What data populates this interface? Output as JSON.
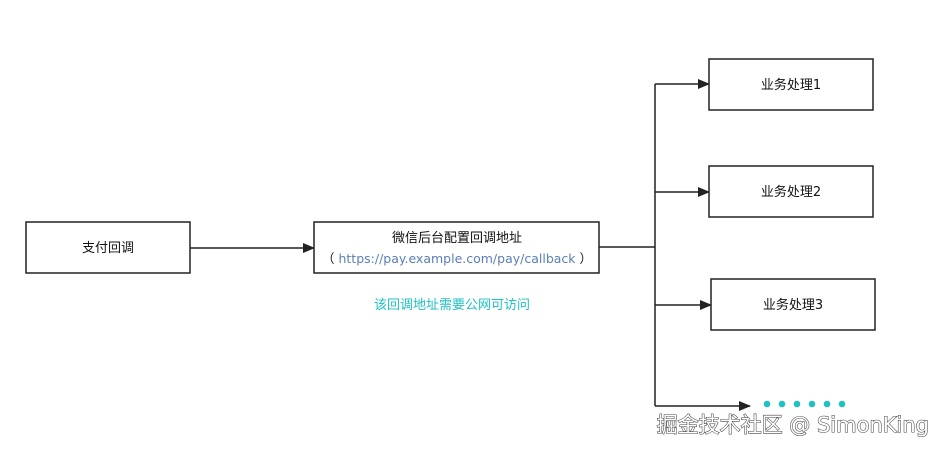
{
  "nodes": {
    "source": "支付回调",
    "config_title": "微信后台配置回调地址",
    "config_url_open": "（",
    "config_url": "https://pay.example.com/pay/callback",
    "config_url_close": "）",
    "handler_1": "业务处理1",
    "handler_2": "业务处理2",
    "handler_3": "业务处理3"
  },
  "note": "该回调地址需要公网可访问",
  "watermark": "掘金技术社区 @ SimonKing",
  "colors": {
    "note": "#1ec2c2",
    "url": "#5b7fb5",
    "dots": "#1ec2c2",
    "stroke": "#222222",
    "watermark": "#ffffff",
    "watermark_outline": "#444444"
  }
}
